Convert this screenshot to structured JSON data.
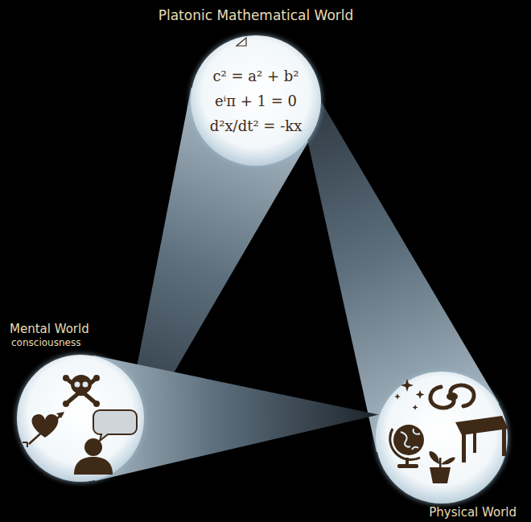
{
  "diagram": {
    "nodes": [
      {
        "text": [
          "Platonic Mathematical World",
          "c² = a² + b²",
          "eⁱπ + 1 = 0",
          "d²x/dt² = -kx"
        ]
      },
      {
        "text": [
          "Mental World",
          "consciousness"
        ]
      },
      {
        "text": [
          "Physical World"
        ]
      }
    ],
    "edges": [
      {
        "from": 1,
        "to": 0,
        "arrow": "none"
      },
      {
        "from": 0,
        "to": 2,
        "arrow": "none"
      },
      {
        "from": 2,
        "to": 1,
        "arrow": "none"
      }
    ]
  }
}
